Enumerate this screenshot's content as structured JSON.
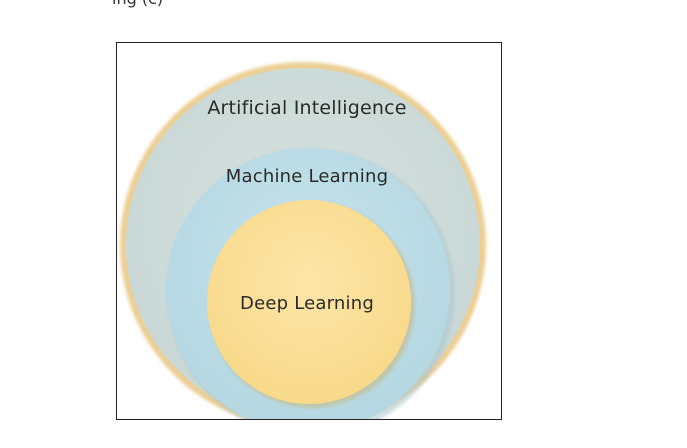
{
  "caption": "ing       (c)",
  "diagram": {
    "outer_label": "Artificial Intelligence",
    "middle_label": "Machine Learning",
    "inner_label": "Deep Learning",
    "colors": {
      "outer_fill": "#cfdcdc",
      "outer_ring": "#e8c88a",
      "middle_fill": "#bcdde8",
      "inner_fill": "#fbe19b",
      "border": "#222222"
    }
  }
}
